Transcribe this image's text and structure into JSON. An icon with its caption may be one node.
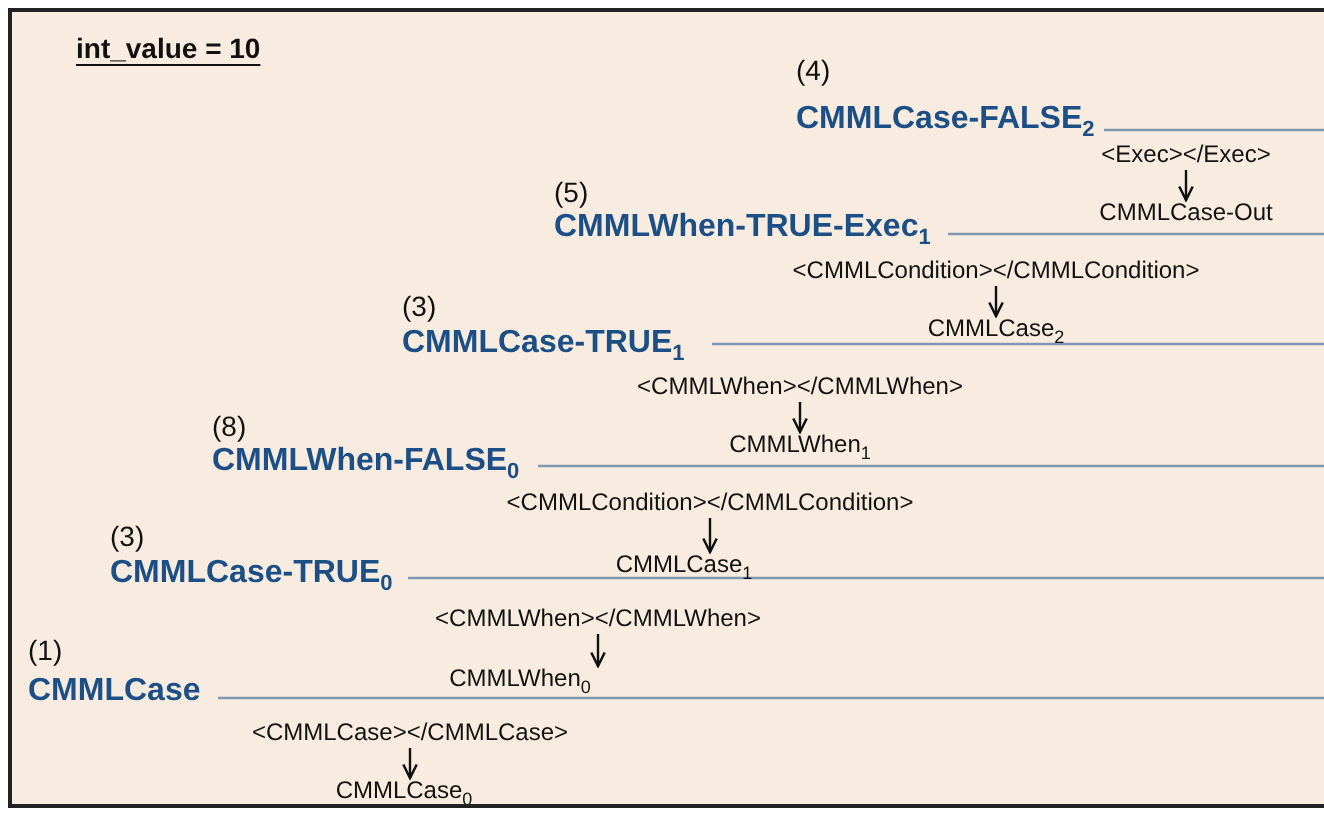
{
  "diagram": {
    "nodes": [
      {
        "text": [
          "<Exec></Exec>"
        ]
      },
      {
        "text": [
          "CMMLCase-Out"
        ]
      },
      {
        "text": [
          "<CMMLCondition></CMMLCondition>"
        ]
      },
      {
        "text": [
          "CMMLCase$_{2}$"
        ]
      },
      {
        "text": [
          "<CMMLWhen></CMMLWhen>"
        ]
      },
      {
        "text": [
          "CMMLWhen$_{1}$"
        ]
      },
      {
        "text": [
          "<CMMLCondition></CMMLCondition>"
        ]
      },
      {
        "text": [
          "CMMLCase$_{1}$"
        ]
      },
      {
        "text": [
          "<CMMLWhen></CMMLWhen>"
        ]
      },
      {
        "text": [
          "CMMLWhen$_{0}$"
        ]
      },
      {
        "text": [
          "<CMMLCase></CMMLCase>"
        ]
      },
      {
        "text": [
          "CMMLCase$_{0}$"
        ]
      }
    ],
    "edges": [
      {
        "from": 0,
        "to": 1,
        "arrow": "to"
      },
      {
        "from": 2,
        "to": 3,
        "arrow": "to"
      },
      {
        "from": 4,
        "to": 5,
        "arrow": "to"
      },
      {
        "from": 6,
        "to": 7,
        "arrow": "to"
      },
      {
        "from": 8,
        "to": 9,
        "arrow": "to"
      },
      {
        "from": 10,
        "to": 11,
        "arrow": "to"
      }
    ],
    "labels": [
      "int_value = 10",
      "(4)",
      "CMMLCase-FALSE$_{2}$",
      "(5)",
      "CMMLWhen-TRUE-Exec$_{1}$",
      "(3)",
      "CMMLCase-TRUE$_{1}$",
      "(8)",
      "CMMLWhen-FALSE$_{0}$",
      "(3)",
      "CMMLCase-TRUE$_{0}$",
      "(1)",
      "CMMLCase"
    ]
  }
}
